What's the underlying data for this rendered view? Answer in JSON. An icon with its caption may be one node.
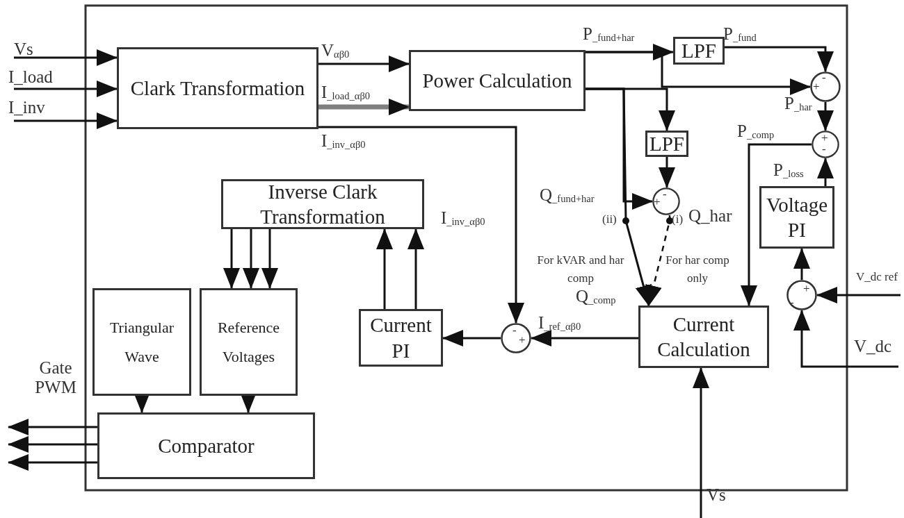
{
  "diagram": {
    "nodes": [
      {
        "text": [
          "Clark Transformation"
        ]
      },
      {
        "text": [
          "Power Calculation"
        ]
      },
      {
        "text": [
          "LPF"
        ]
      },
      {
        "text": [],
        "shape": "circle"
      },
      {
        "text": [
          "LPF"
        ]
      },
      {
        "text": [],
        "shape": "circle"
      },
      {
        "text": [
          "Inverse Clark Transformation"
        ]
      },
      {
        "text": [],
        "shape": "circle"
      },
      {
        "text": [
          "Voltage PI"
        ]
      },
      {
        "text": [],
        "shape": "circle"
      },
      {
        "text": [
          "Triangular",
          "Wave"
        ]
      },
      {
        "text": [
          "Reference",
          "Voltages"
        ]
      },
      {
        "text": [
          "Current PI"
        ]
      },
      {
        "text": [],
        "shape": "circle"
      },
      {
        "text": [
          "Current Calculation"
        ]
      },
      {
        "text": [
          "Comparator"
        ]
      }
    ],
    "edges": [
      {
        "from": null,
        "to": 0,
        "arrow": "to",
        "label": "Vs"
      },
      {
        "from": null,
        "to": 0,
        "arrow": "to",
        "label": "I_load"
      },
      {
        "from": null,
        "to": 0,
        "arrow": "to",
        "label": "I_inv"
      },
      {
        "from": 0,
        "to": 1,
        "arrow": "to",
        "label": "V$_{αβ0}$"
      },
      {
        "from": 0,
        "to": 1,
        "arrow": "to",
        "label": "I$_{_load_αβ0}$",
        "style": "thick",
        "color": "#7f7f7f"
      },
      {
        "from": 0,
        "to": 13,
        "arrow": "to",
        "label": "I$_{_inv_αβ0}$"
      },
      {
        "from": 1,
        "to": 2,
        "arrow": "to",
        "label": "P$_{_fund+har}$"
      },
      {
        "from": 1,
        "to": 3,
        "arrow": "to"
      },
      {
        "from": 2,
        "to": 3,
        "arrow": "to",
        "label": "P$_{_fund}$"
      },
      {
        "from": 1,
        "to": 4,
        "arrow": "to"
      },
      {
        "from": 1,
        "to": 7,
        "arrow": "to",
        "label": "Q$_{_fund+har}$"
      },
      {
        "from": 1,
        "to": 14,
        "arrow": "to",
        "label": "For kVAR and har comp"
      },
      {
        "from": 7,
        "to": 14,
        "arrow": "to",
        "label": "For har comp only",
        "style": "dashed"
      },
      {
        "from": 4,
        "to": 7,
        "arrow": "to"
      },
      {
        "from": 3,
        "to": 5,
        "arrow": "to",
        "label": "P$_{_har}$"
      },
      {
        "from": 8,
        "to": 5,
        "arrow": "to",
        "label": "P$_{_loss}$"
      },
      {
        "from": 5,
        "to": 14,
        "arrow": "to",
        "label": "P$_{_comp}$"
      },
      {
        "from": 9,
        "to": 8,
        "arrow": "to"
      },
      {
        "from": null,
        "to": 9,
        "arrow": "to",
        "label": "V_dc ref"
      },
      {
        "from": null,
        "to": 9,
        "arrow": "to",
        "label": "V_dc"
      },
      {
        "from": 14,
        "to": 13,
        "arrow": "to",
        "label": "I$_{_ref_αβ0}$"
      },
      {
        "from": 13,
        "to": 12,
        "arrow": "to"
      },
      {
        "from": 12,
        "to": 6,
        "arrow": "to"
      },
      {
        "from": 12,
        "to": 6,
        "arrow": "to"
      },
      {
        "from": 6,
        "to": 11,
        "arrow": "to"
      },
      {
        "from": 6,
        "to": 11,
        "arrow": "to"
      },
      {
        "from": 6,
        "to": 11,
        "arrow": "to"
      },
      {
        "from": 10,
        "to": 15,
        "arrow": "to"
      },
      {
        "from": 11,
        "to": 15,
        "arrow": "to"
      },
      {
        "from": 15,
        "to": null,
        "arrow": "to",
        "label": "Gate PWM"
      },
      {
        "from": 15,
        "to": null,
        "arrow": "to"
      },
      {
        "from": 15,
        "to": null,
        "arrow": "to"
      },
      {
        "from": null,
        "to": 14,
        "arrow": "to",
        "label": "Vs"
      }
    ],
    "labels": [
      "-",
      "+",
      "+",
      "-",
      "-",
      "+",
      "I$_{_inv_αβ0}$",
      "(ii)",
      "(i)",
      "Q_har",
      "+",
      "-",
      "Q$_{_comp}$",
      "-",
      "+"
    ]
  }
}
